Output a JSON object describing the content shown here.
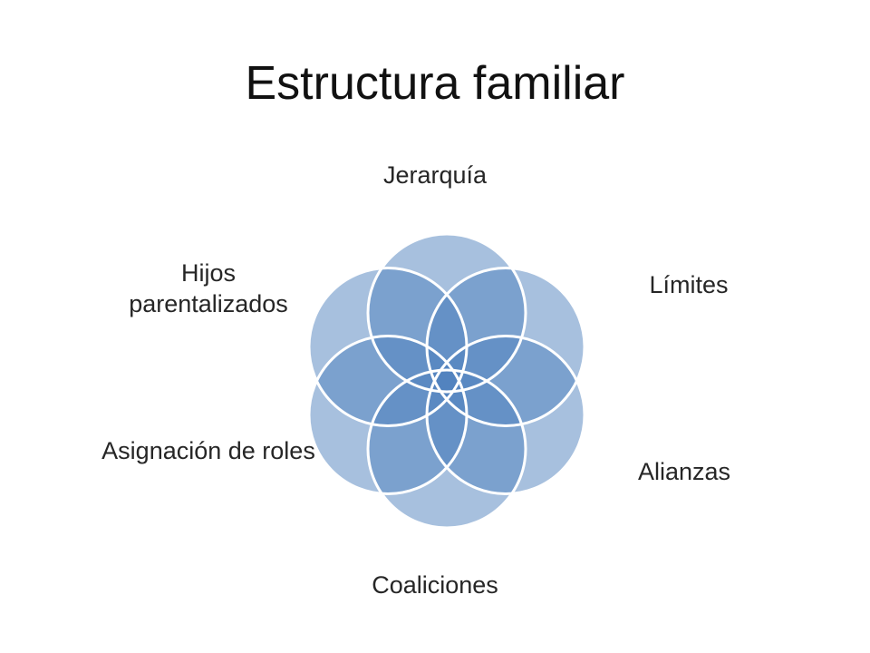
{
  "title": "Estructura familiar",
  "diagram": {
    "type": "venn-flower",
    "colors": {
      "fill": "#4f81bd",
      "stroke": "#ffffff"
    },
    "items": [
      {
        "label": "Jerarquía"
      },
      {
        "label": "Límites"
      },
      {
        "label": "Alianzas"
      },
      {
        "label": "Coaliciones"
      },
      {
        "label": "Asignación de roles"
      },
      {
        "label": "Hijos parentalizados"
      }
    ]
  }
}
